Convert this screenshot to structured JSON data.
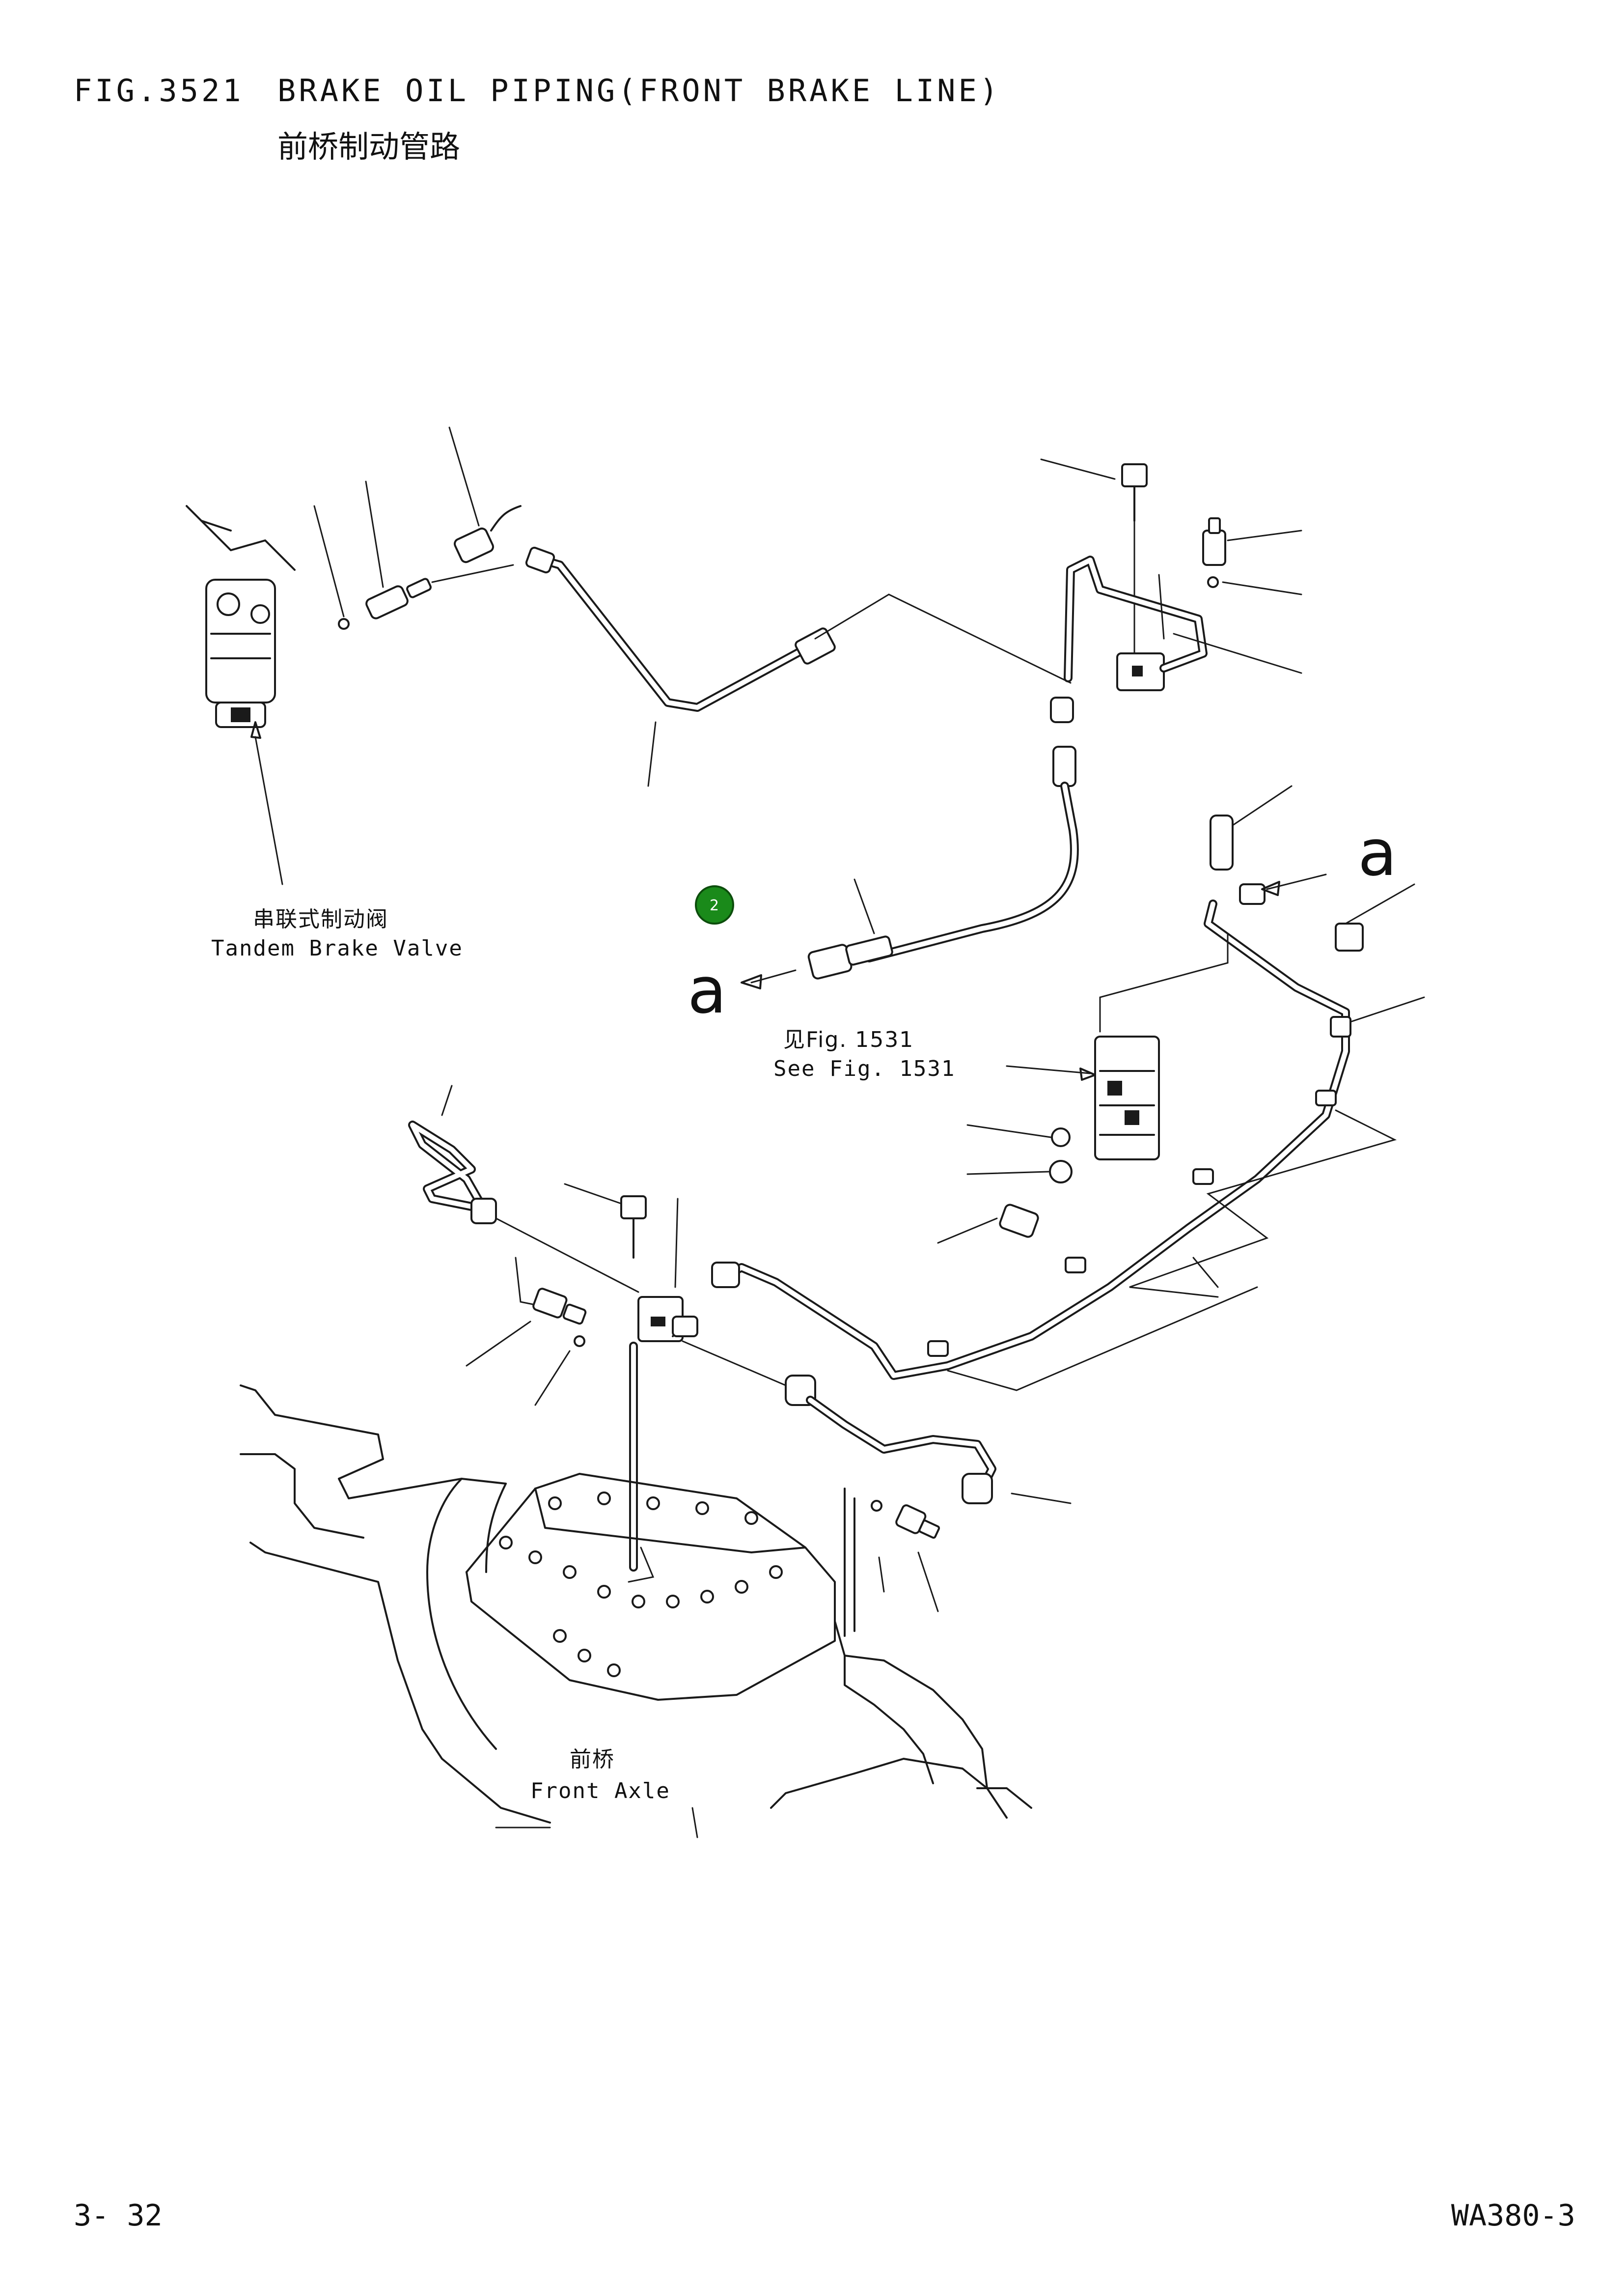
{
  "header": {
    "fig_no": "FIG.3521",
    "title_en": "BRAKE OIL PIPING(FRONT BRAKE LINE)",
    "title_cn": "前桥制动管路"
  },
  "labels": {
    "tandem_cn": "串联式制动阀",
    "tandem_en": "Tandem Brake Valve",
    "see_cn": "见Fig. 1531",
    "see_en": "See Fig. 1531",
    "axle_cn": "前桥",
    "axle_en": "Front Axle",
    "ref_left": "a",
    "ref_right": "a"
  },
  "marker": {
    "number": "2",
    "color": "#1a8a1a"
  },
  "footer": {
    "page": "3- 32",
    "model": "WA380-3"
  }
}
